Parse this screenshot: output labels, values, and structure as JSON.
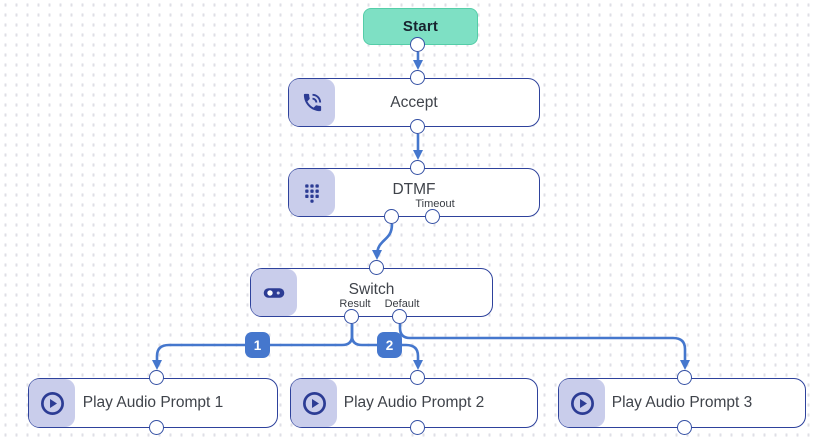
{
  "flow": {
    "nodes": {
      "start": {
        "label": "Start",
        "type": "start"
      },
      "accept": {
        "label": "Accept",
        "icon": "phone-call-icon"
      },
      "dtmf": {
        "label": "DTMF",
        "icon": "dialpad-icon",
        "ports": {
          "timeout": "Timeout"
        }
      },
      "switch": {
        "label": "Switch",
        "icon": "toggle-switch-icon",
        "ports": {
          "result": "Result",
          "default": "Default"
        }
      },
      "prompt1": {
        "label": "Play Audio Prompt 1",
        "icon": "play-circle-icon"
      },
      "prompt2": {
        "label": "Play Audio Prompt 2",
        "icon": "play-circle-icon"
      },
      "prompt3": {
        "label": "Play Audio Prompt 3",
        "icon": "play-circle-icon"
      }
    },
    "edge_badges": {
      "case1": "1",
      "case2": "2"
    },
    "connections": [
      "start -> accept",
      "accept -> dtmf",
      "dtmf -> switch",
      "switch.result -> prompt1 (1)",
      "switch.result -> prompt2 (2)",
      "switch.default -> prompt3"
    ],
    "colors": {
      "edge_blue": "#4577cd",
      "node_border": "#2e429c",
      "port_border": "#3450a4",
      "icon_bg": "#c9cdeb",
      "icon_fg": "#2c3c94",
      "start_fill": "#7ee0c4",
      "start_border": "#55cda8",
      "grid_dot": "#dfdfe6"
    }
  }
}
